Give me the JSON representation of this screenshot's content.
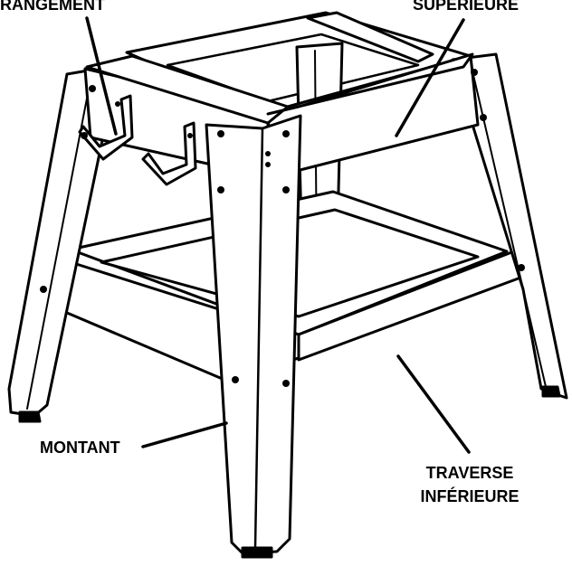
{
  "labels": {
    "storage": "RANGEMENT",
    "upper_rail": "SUPÉRIEURE",
    "leg": "MONTANT",
    "lower_rail_line1": "TRAVERSE",
    "lower_rail_line2": "INFÉRIEURE"
  },
  "colors": {
    "ink": "#000000",
    "paper": "#ffffff",
    "shade": "#e6e6e6"
  }
}
